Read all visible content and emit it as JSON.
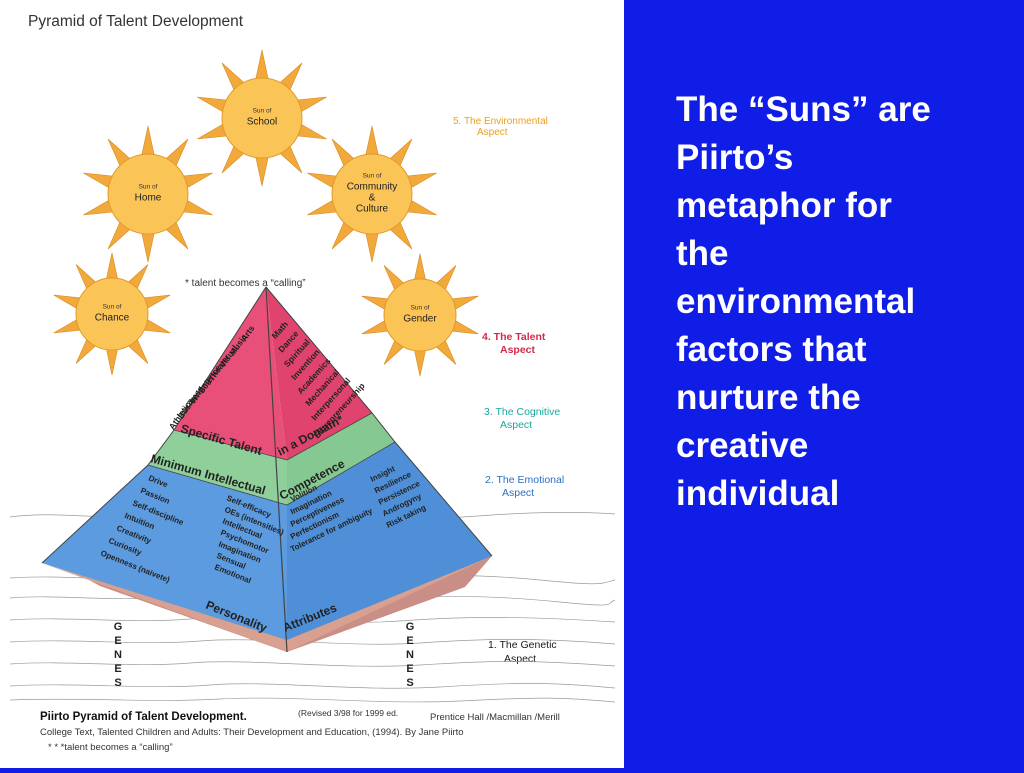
{
  "slide": {
    "background_color": "#0f1de6",
    "text_lines": [
      "The “Suns” are",
      "Piirto’s",
      "metaphor for",
      "the",
      "environmental",
      "factors that",
      "nurture the",
      "creative",
      "individual"
    ]
  },
  "figure": {
    "title": "Pyramid of Talent Development",
    "calling_note": "* talent becomes a “calling”",
    "suns": [
      {
        "id": "school",
        "small": "Sun of",
        "lines": [
          "School"
        ]
      },
      {
        "id": "home",
        "small": "Sun of",
        "lines": [
          "Home"
        ]
      },
      {
        "id": "community",
        "small": "Sun of",
        "lines": [
          "Community",
          "&",
          "Culture"
        ]
      },
      {
        "id": "chance",
        "small": "Sun of",
        "lines": [
          "Chance"
        ]
      },
      {
        "id": "gender",
        "small": "Sun of",
        "lines": [
          "Gender"
        ]
      }
    ],
    "aspects": [
      {
        "id": "environmental",
        "lines": [
          "5. The Environmental",
          "Aspect"
        ],
        "color": "#e8a020"
      },
      {
        "id": "talent",
        "lines": [
          "4. The Talent",
          "Aspect"
        ],
        "color": "#d42a4a"
      },
      {
        "id": "cognitive",
        "lines": [
          "3. The Cognitive",
          "Aspect"
        ],
        "color": "#1aa7a0"
      },
      {
        "id": "emotional",
        "lines": [
          "2. The Emotional",
          "Aspect"
        ],
        "color": "#2a6fc4"
      },
      {
        "id": "genetic",
        "lines": [
          "1. The Genetic",
          "Aspect"
        ],
        "color": "#1a1a1a"
      }
    ],
    "talent_left": [
      "Arts",
      "Music",
      "Visual",
      "Theater",
      "Science",
      "Writing",
      "Business",
      "Athletics"
    ],
    "talent_right": [
      "Math",
      "Dance",
      "Spiritual",
      "Invention",
      "Academics",
      "Mechanical",
      "Interpersonal",
      "Entrepreneurship"
    ],
    "band_labels": {
      "specific_talent": "Specific Talent",
      "in_a_domain": "in a Domain*",
      "minimum_intellectual": "Minimum Intellectual",
      "competence": "Competence",
      "personality": "Personality",
      "attributes": "Attributes"
    },
    "emotional_col1": [
      "Drive",
      "Passion",
      "Self-discipline",
      "Intuition",
      "Creativity",
      "Curiosity",
      "Openness (naivete)"
    ],
    "emotional_col2": [
      "Self-efficacy",
      "OEs (intensities)",
      "Intellectual",
      "Psychomotor",
      "Imagination",
      "Sensual",
      "Emotional"
    ],
    "emotional_col3": [
      "Volition",
      "Imagination",
      "Perceptiveness",
      "Perfectionism",
      "Tolerance for ambiguity"
    ],
    "emotional_col4": [
      "Insight",
      "Resilience",
      "Persistence",
      "Androgyny",
      "Risk taking"
    ],
    "genes_label": "GENES",
    "caption": {
      "title": "Piirto Pyramid of Talent Development.",
      "revised": "(Revised 3/98 for 1999 ed.",
      "publisher": "Prentice Hall /Macmillan /Merill",
      "line2": "College Text, Talented Children and Adults: Their Development and Education, (1994). By Jane Piirto",
      "line3": "* * *talent becomes a  “calling”"
    }
  }
}
